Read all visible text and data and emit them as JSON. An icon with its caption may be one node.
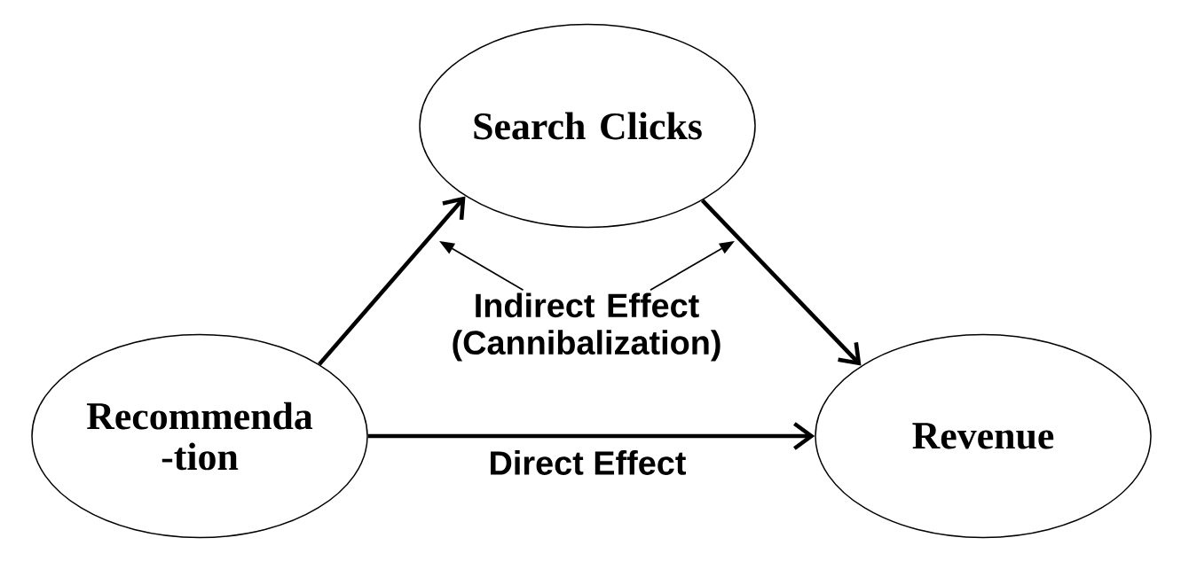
{
  "diagram": {
    "nodes": [
      {
        "text": [
          "Search Clicks"
        ]
      },
      {
        "text": [
          "Indirect Effect (Cannibalization)"
        ]
      },
      {
        "text": [
          "Recommenda -tion"
        ]
      },
      {
        "text": [
          "Revenue"
        ]
      }
    ],
    "edges": [
      {
        "from": 2,
        "to": 0,
        "arrow": "to"
      },
      {
        "from": 0,
        "to": 3,
        "arrow": "to"
      },
      {
        "from": 2,
        "to": 3,
        "arrow": "to",
        "label": "Direct Effect"
      },
      {
        "from": 1,
        "to": null,
        "arrow": "to"
      },
      {
        "from": 1,
        "to": null,
        "arrow": "to"
      }
    ]
  }
}
